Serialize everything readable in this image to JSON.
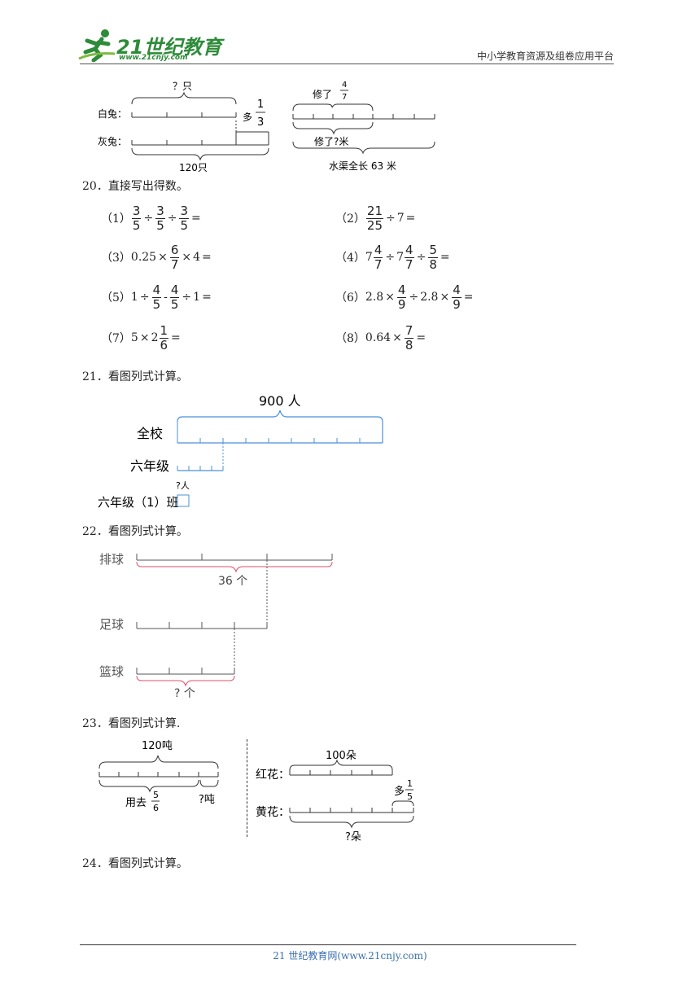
{
  "header": {
    "logo_text": "21世纪教育",
    "logo_url": "www.21cnjy.com",
    "right_text": "中小学教育资源及组卷应用平台"
  },
  "q19": {
    "left": {
      "top_label": "？只",
      "row1": "白兔：",
      "row2": "灰兔：",
      "more": "多",
      "frac_n": "1",
      "frac_d": "3",
      "bottom_label": "120只"
    },
    "right": {
      "top_label": "修了",
      "frac_n": "4",
      "frac_d": "7",
      "mid_label": "修了?米",
      "bottom_label": "水渠全长 63 米"
    }
  },
  "q20": {
    "title": "20．直接写出得数。",
    "items": [
      {
        "num": "（1）"
      },
      {
        "num": "（2）"
      },
      {
        "num": "（3）"
      },
      {
        "num": "（4）"
      },
      {
        "num": "（5）"
      },
      {
        "num": "（6）"
      },
      {
        "num": "（7）"
      },
      {
        "num": "（8）"
      }
    ]
  },
  "q21": {
    "title": "21．看图列式计算。",
    "total_label": "900 人",
    "row1": "全校",
    "row2": "六年级",
    "row3": "六年级（1）班",
    "question": "?人"
  },
  "q22": {
    "title": "22．看图列式计算。",
    "row1": "排球",
    "total": "36 个",
    "row2": "足球",
    "row3": "篮球",
    "question": "? 个"
  },
  "q23": {
    "title": "23．看图列式计算.",
    "left": {
      "top_label": "120吨",
      "used": "用去",
      "frac_n": "5",
      "frac_d": "6",
      "remain": "?吨"
    },
    "right": {
      "top_label": "100朵",
      "row1": "红花：",
      "row2": "黄花：",
      "more": "多",
      "frac_n": "1",
      "frac_d": "5",
      "question": "?朵"
    }
  },
  "q24": {
    "title": "24．看图列式计算。"
  },
  "footer": {
    "text": "21 世纪教育网(www.21cnjy.com)"
  }
}
